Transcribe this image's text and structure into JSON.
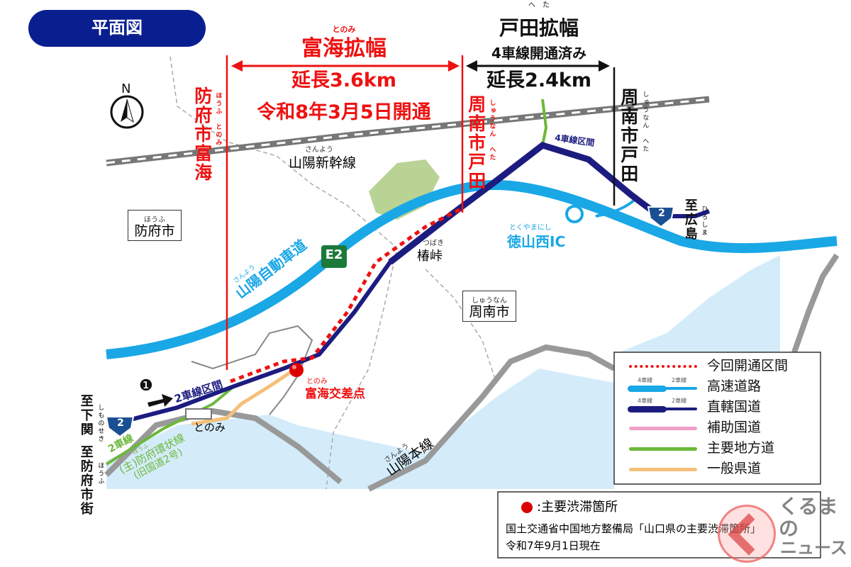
{
  "header": {
    "badge": "平面図"
  },
  "tomi_widening": {
    "title": "富海拡幅",
    "ruby": "とのみ",
    "length": "延長3.6km",
    "opening": "令和8年3月5日開通"
  },
  "heta_widening": {
    "title": "戸田拡幅",
    "ruby": "へ　た",
    "status": "4車線開通済み",
    "length": "延長2.4km"
  },
  "boundaries": {
    "left": "防府市富海",
    "left_ruby": "ほうふ　とのみ",
    "middle": "周南市戸田",
    "middle_ruby": "しゅうなん　へた",
    "right": "周南市戸田",
    "right_ruby": "しゅうなん　へた"
  },
  "compass": "N",
  "places": {
    "shinkansen": "山陽新幹線",
    "shinkansen_ruby": "さんよう",
    "hofu": "防府市",
    "hofu_ruby": "ほうふ",
    "shunan": "周南市",
    "shunan_ruby": "しゅうなん",
    "tsubaki": "椿峠",
    "tsubaki_ruby": "つばき",
    "ic": "徳山西IC",
    "ic_ruby": "とくやまにし",
    "expressway": "山陽自動車道",
    "expressway_ruby": "さんよう",
    "e2": "E2",
    "route2": "2",
    "four_lane": "4車線区間",
    "two_lane": "2車線区間",
    "marker_one": "❶",
    "jam_point": "富海交差点",
    "jam_ruby": "とのみ",
    "tonomi": "とのみ",
    "hiroshima": "至広島",
    "hiroshima_ruby": "ひろしま",
    "shimonoseki": "至下関",
    "shimonoseki_ruby": "しものせき",
    "hofu_town": "至防府市街",
    "hofu_town_ruby": "ほうふ",
    "green_two_lane": "2車線",
    "loop": "(主)防府環状線",
    "loop_ruby": "ほうふ",
    "old_route": "(旧国道2号)",
    "sanyo_line": "山陽本線",
    "sanyo_line_ruby": "さんよう"
  },
  "legend": {
    "items": [
      {
        "label": "今回開通区間",
        "color": "#ee1111"
      },
      {
        "label": "高速道路",
        "color": "#1aa7e6"
      },
      {
        "label": "直轄国道",
        "color": "#1c1c80"
      },
      {
        "label": "補助国道",
        "color": "#f0a0c8"
      },
      {
        "label": "主要地方道",
        "color": "#6cb83a"
      },
      {
        "label": "一般県道",
        "color": "#f5c07a"
      }
    ],
    "four_lane": "4車線",
    "two_lane": "2車線"
  },
  "note": {
    "marker_label": ":主要渋滞箇所",
    "source": "国土交通省中国地方整備局「山口県の主要渋滞箇所」",
    "date": "令和7年9月1日現在"
  },
  "watermark": {
    "line1": "くるまの",
    "line2": "ニュース"
  }
}
